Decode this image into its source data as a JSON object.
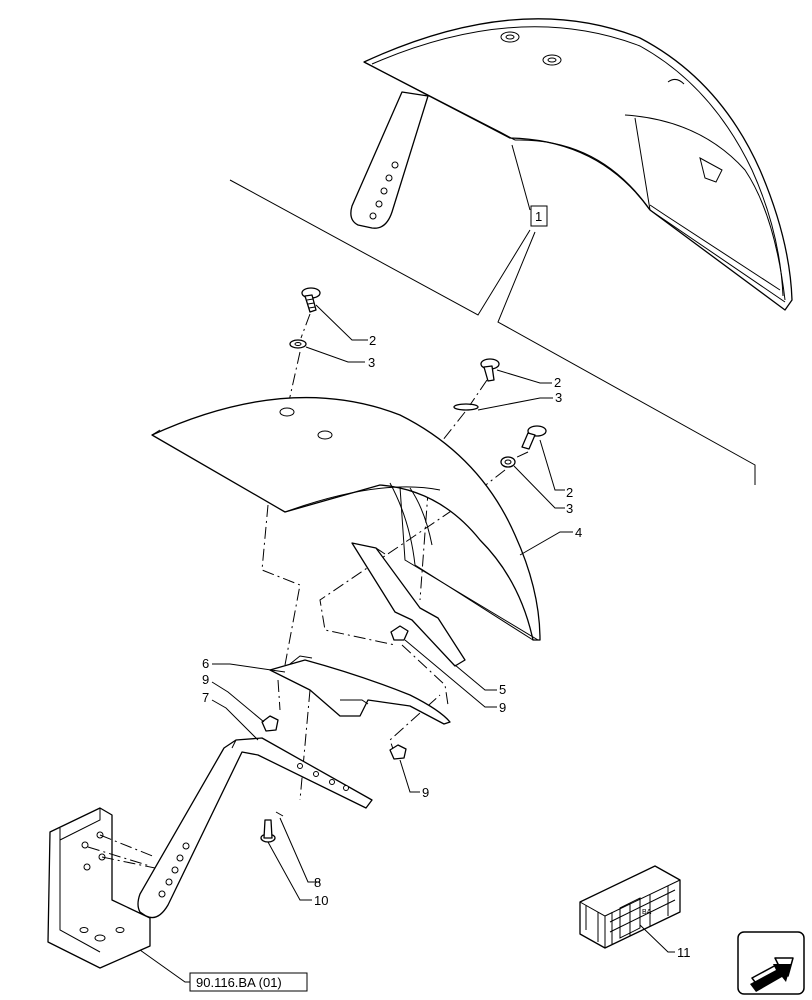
{
  "callouts": {
    "c1": "1",
    "c2a": "2",
    "c3a": "3",
    "c2b": "2",
    "c3b": "3",
    "c2c": "2",
    "c3c": "3",
    "c4": "4",
    "c5": "5",
    "c6": "6",
    "c7": "7",
    "c8": "8",
    "c9a": "9",
    "c9b": "9",
    "c9c": "9",
    "c10": "10",
    "c11": "11"
  },
  "reference": "90.116.BA (01)",
  "kit_box_text": "BA",
  "icons": [
    "navigation-arrow-icon",
    "parts-kit-box-icon"
  ]
}
